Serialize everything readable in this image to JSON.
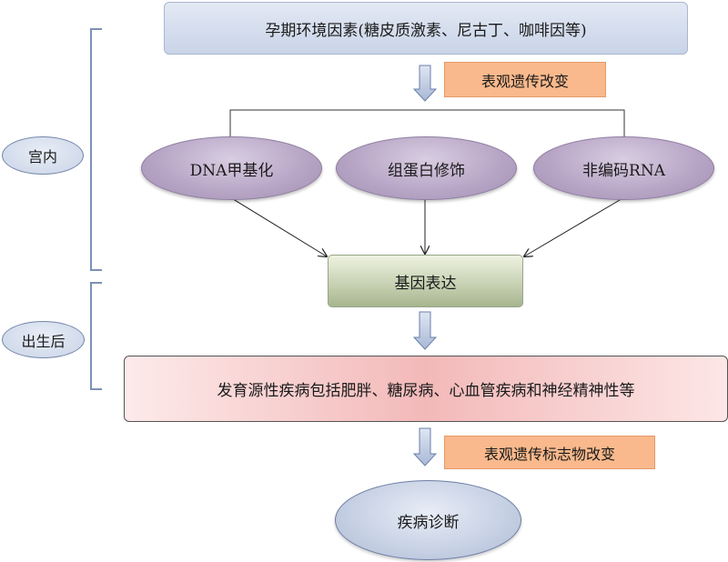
{
  "stages": {
    "in_utero": "宫内",
    "after_birth": "出生后"
  },
  "nodes": {
    "env_factors": "孕期环境因素(糖皮质激素、尼古丁、咖啡因等)",
    "epigenetic_change": "表观遗传改变",
    "dna_methylation": "DNA甲基化",
    "histone_modification": "组蛋白修饰",
    "noncoding_rna": "非编码RNA",
    "gene_expression": "基因表达",
    "diseases": "发育源性疾病包括肥胖、糖尿病、心血管疾病和神经精神性等",
    "marker_change": "表观遗传标志物改变",
    "diagnosis": "疾病诊断"
  },
  "colors": {
    "top_box": "#c9d4e8",
    "tag": "#f9b98c",
    "ellipse": "#b9a7c7",
    "gene_box": "#c5cfb0",
    "disease_box": "#f3b9b9",
    "diagnosis": "#c6d0e4",
    "block_arrow": "#b6c3dc"
  }
}
